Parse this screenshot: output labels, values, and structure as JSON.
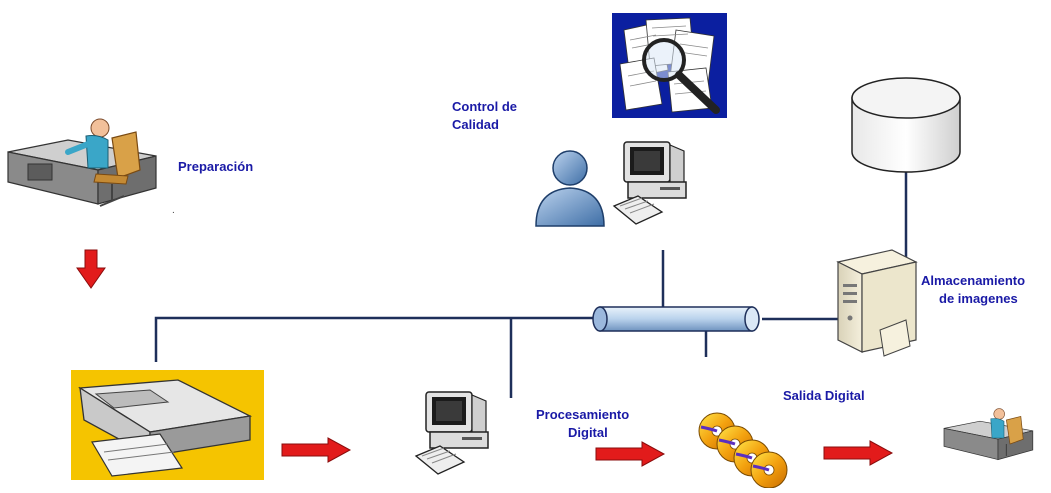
{
  "diagram": {
    "colors": {
      "label": "#1a1aa6",
      "line": "#1e2f5a",
      "arrow": "#e21b1b",
      "scanner_bg": "#f5c400",
      "qc_bg": "#0b1fa0",
      "bus": "#b9d2ec"
    },
    "labels": {
      "preparacion": "Preparación",
      "control_line1": "Control de",
      "control_line2": "Calidad",
      "almacen_line1": "Almacenamiento",
      "almacen_line2": "de imagenes",
      "procesamiento_line1": "Procesamiento",
      "procesamiento_line2": "Digital",
      "salida": "Salida Digital"
    },
    "icons": [
      "desk-worker-icon",
      "quality-inspection-icon",
      "user-icon",
      "computer-icon",
      "database-icon",
      "server-icon",
      "scanner-icon",
      "cd-discs-icon",
      "network-bus-icon",
      "arrow-icon"
    ]
  }
}
